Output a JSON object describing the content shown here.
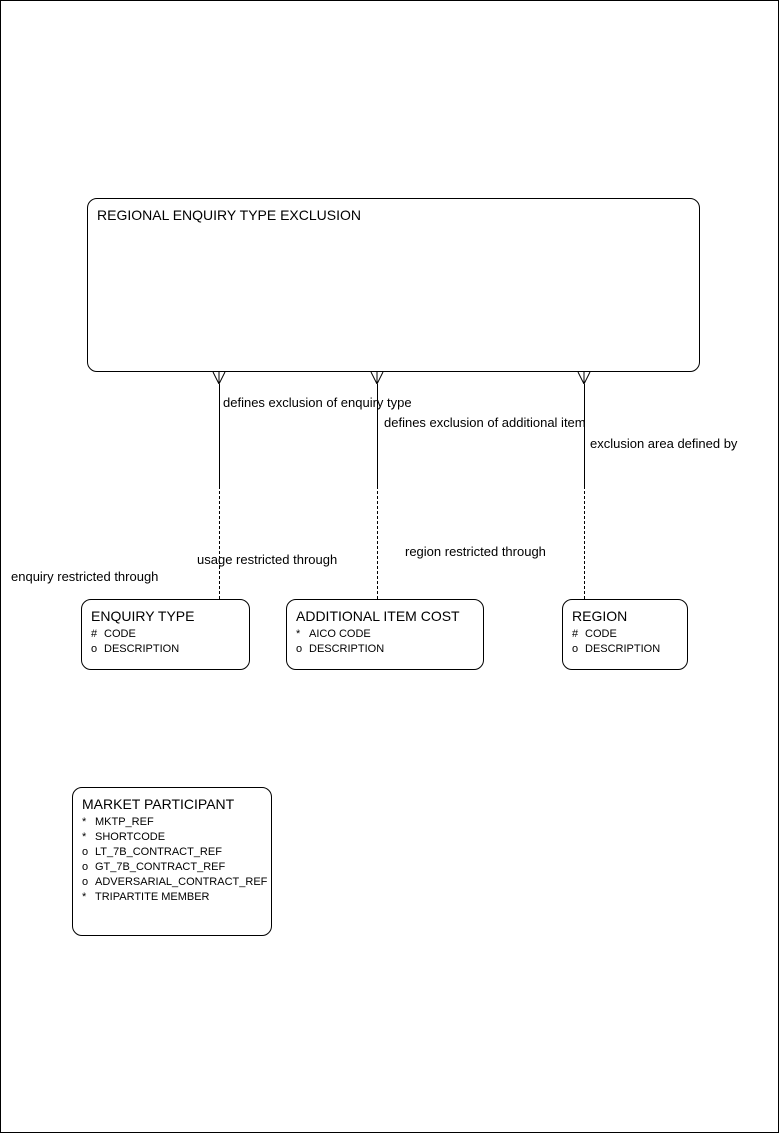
{
  "diagram": {
    "colors": {
      "line": "#000000",
      "background": "#ffffff"
    },
    "root_entity": {
      "name": "REGIONAL ENQUIRY TYPE EXCLUSION"
    },
    "entities": [
      {
        "name": "ENQUIRY TYPE",
        "attributes": [
          {
            "prefix": "#",
            "name": "CODE"
          },
          {
            "prefix": "o",
            "name": "DESCRIPTION"
          }
        ]
      },
      {
        "name": "ADDITIONAL ITEM COST",
        "attributes": [
          {
            "prefix": "*",
            "name": "AICO CODE"
          },
          {
            "prefix": "o",
            "name": "DESCRIPTION"
          }
        ]
      },
      {
        "name": "REGION",
        "attributes": [
          {
            "prefix": "#",
            "name": "CODE"
          },
          {
            "prefix": "o",
            "name": "DESCRIPTION"
          }
        ]
      },
      {
        "name": "MARKET PARTICIPANT",
        "attributes": [
          {
            "prefix": "*",
            "name": "MKTP_REF"
          },
          {
            "prefix": "*",
            "name": "SHORTCODE"
          },
          {
            "prefix": "o",
            "name": "LT_7B_CONTRACT_REF"
          },
          {
            "prefix": "o",
            "name": "GT_7B_CONTRACT_REF"
          },
          {
            "prefix": "o",
            "name": "ADVERSARIAL_CONTRACT_REF"
          },
          {
            "prefix": "*",
            "name": "TRIPARTITE MEMBER"
          }
        ]
      }
    ],
    "relationships": [
      {
        "from_label": "defines exclusion of enquiry type",
        "to_label": "enquiry restricted through"
      },
      {
        "from_label": "defines exclusion of additional item",
        "to_label": "usage restricted through"
      },
      {
        "from_label": "exclusion area defined by",
        "to_label": "region restricted through"
      }
    ]
  }
}
